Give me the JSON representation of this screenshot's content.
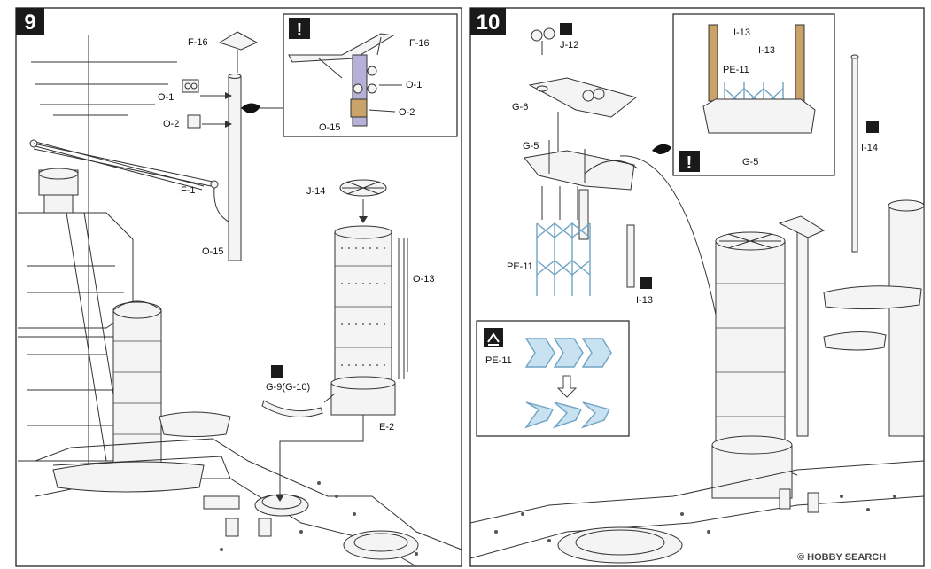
{
  "steps": {
    "left": {
      "number": "9"
    },
    "right": {
      "number": "10"
    }
  },
  "left_labels": {
    "f16_a": "F-16",
    "f16_b": "F-16",
    "o1_a": "O-1",
    "o1_b": "O-1",
    "o2_a": "O-2",
    "o2_b": "O-2",
    "o15_a": "O-15",
    "o15_b": "O-15",
    "f1": "F-1",
    "j14": "J-14",
    "o13": "O-13",
    "g9": "G-9(G-10)",
    "e2": "E-2"
  },
  "right_labels": {
    "j12": "J-12",
    "g6": "G-6",
    "g5_a": "G-5",
    "g5_b": "G-5",
    "pe11_a": "PE-11",
    "pe11_b": "PE-11",
    "pe11_c": "PE-11",
    "i13_a": "I-13",
    "i13_b": "I-13",
    "i13_c": "I-13",
    "i14": "I-14"
  },
  "callouts": {
    "note_symbol": "!"
  },
  "watermark": "© HOBBY SEARCH",
  "colors": {
    "step_box": "#1a1a1a",
    "highlight_part": "#b6b0d8",
    "brass_part": "#c9a36a",
    "photoetch_blue": "#6fa3c4",
    "photoetch_fill": "#c9e2f2"
  }
}
